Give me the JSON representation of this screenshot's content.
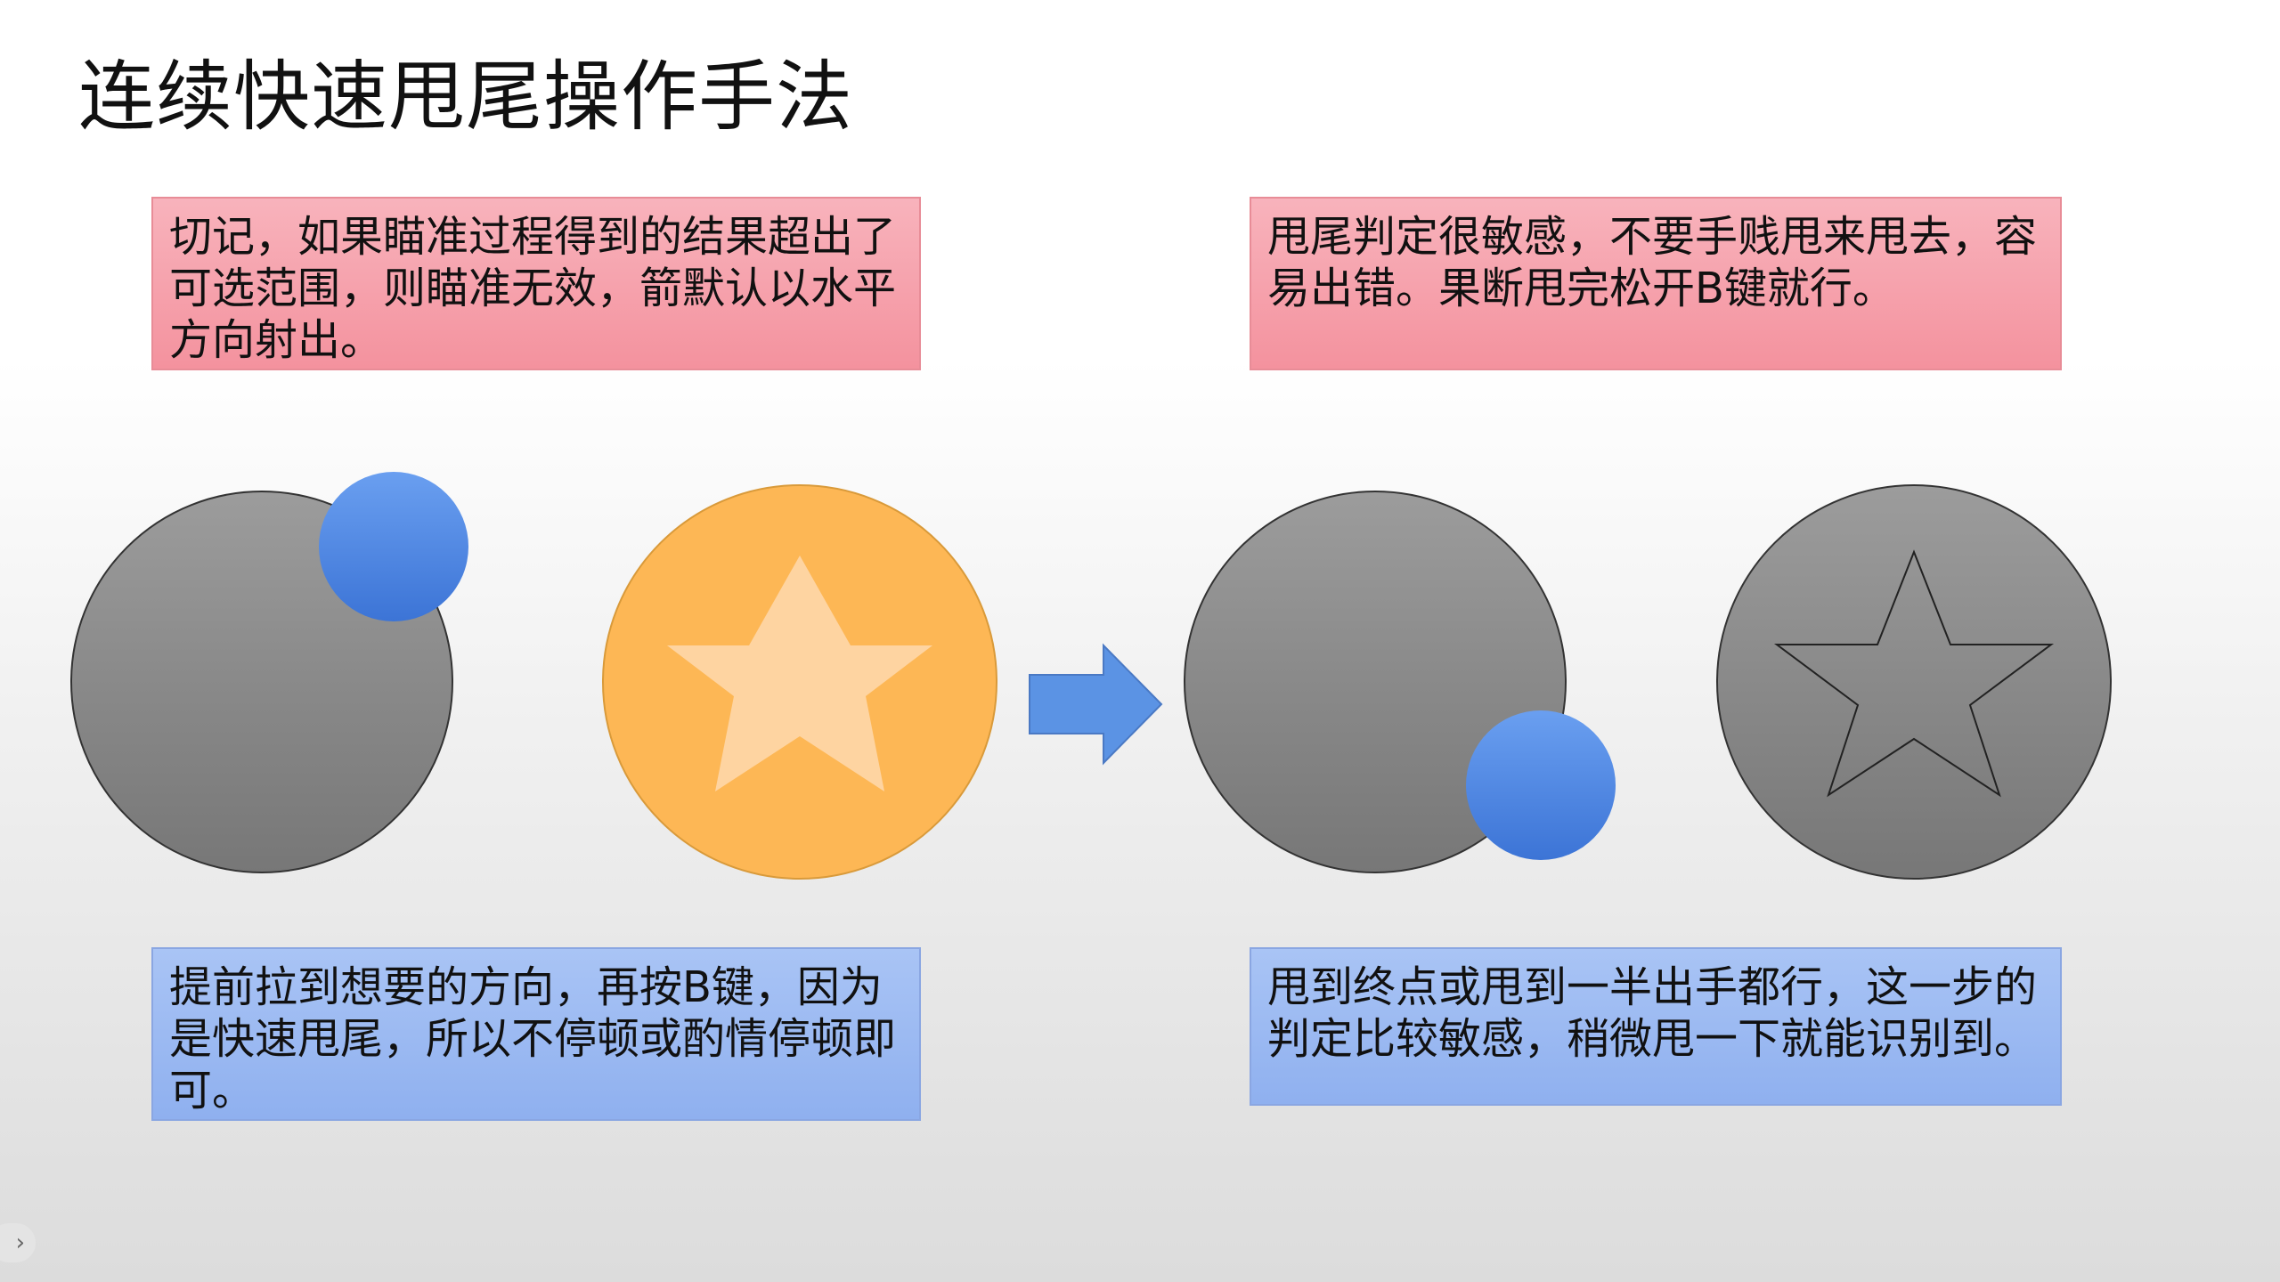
{
  "slide": {
    "title": "连续快速甩尾操作手法"
  },
  "notes": {
    "top_left": "切记，如果瞄准过程得到的结果超出了可选范围，则瞄准无效，箭默认以水平方向射出。",
    "top_right": "甩尾判定很敏感，不要手贱甩来甩去，容易出错。果断甩完松开B键就行。",
    "bottom_left": "提前拉到想要的方向，再按B键，因为是快速甩尾，所以不停顿或酌情停顿即可。",
    "bottom_right": "甩到终点或甩到一半出手都行，这一步的判定比较敏感，稍微甩一下就能识别到。"
  },
  "nav": {
    "next_icon": "chevron-right-icon",
    "glyph": "›"
  },
  "colors": {
    "note_pink": "#f4929e",
    "note_blue": "#8fb0ef",
    "gray_circle": "#8a8a8a",
    "orange_circle": "#fdb755",
    "blue_ball": "#4a82e0",
    "arrow": "#5b93e4"
  }
}
